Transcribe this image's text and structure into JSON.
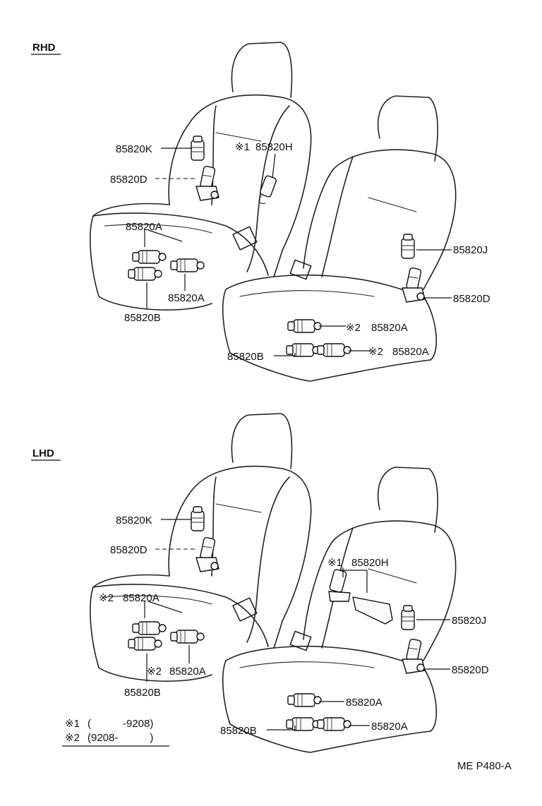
{
  "sections": {
    "rhd": "RHD",
    "lhd": "LHD"
  },
  "marks": {
    "m1": "※1",
    "m2": "※2"
  },
  "rhd_labels": {
    "k": "85820K",
    "h": "85820H",
    "d_left": "85820D",
    "a_top": "85820A",
    "a_mid": "85820A",
    "b_left": "85820B",
    "j": "85820J",
    "d_right": "85820D",
    "a_right1": "85820A",
    "a_right2": "85820A",
    "b_right": "85820B"
  },
  "lhd_labels": {
    "k": "85820K",
    "d_left": "85820D",
    "a_top": "85820A",
    "a_mid": "85820A",
    "b_left": "85820B",
    "h": "85820H",
    "j": "85820J",
    "d_right": "85820D",
    "a_right1": "85820A",
    "b_right": "85820B",
    "a_right2": "85820A"
  },
  "legend": {
    "row1_mark": "※1",
    "row1_range": "(　　　-9208)",
    "row2_mark": "※2",
    "row2_range": "(9208-　　　)"
  },
  "footer": {
    "code": "ME P480-A"
  }
}
